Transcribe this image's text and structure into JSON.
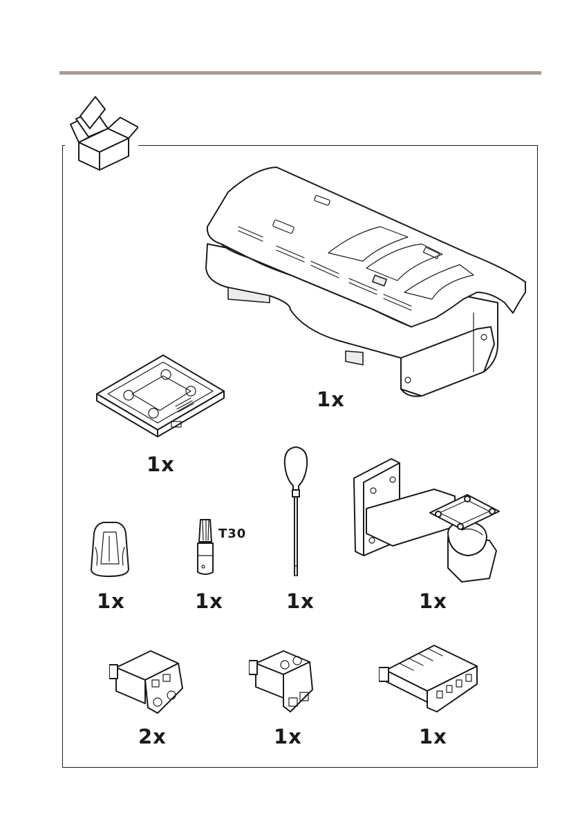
{
  "items": [
    {
      "name": "housing",
      "qty": "1x"
    },
    {
      "name": "mount-plate",
      "qty": "1x"
    },
    {
      "name": "cable-clip",
      "qty": "1x"
    },
    {
      "name": "torx-bit",
      "qty": "1x",
      "label": "T30"
    },
    {
      "name": "screwdriver",
      "qty": "1x"
    },
    {
      "name": "wall-bracket",
      "qty": "1x"
    },
    {
      "name": "io-connector",
      "qty": "2x"
    },
    {
      "name": "power-connector",
      "qty": "1x"
    },
    {
      "name": "multi-connector",
      "qty": "1x"
    }
  ]
}
